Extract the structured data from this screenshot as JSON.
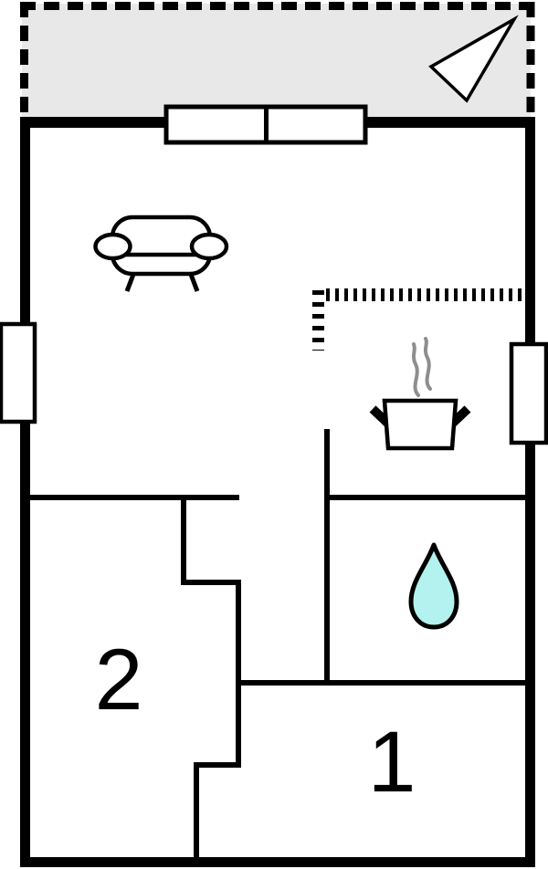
{
  "title": "apartment-floor-plan",
  "colors": {
    "wall": "#000000",
    "background": "#ffffff",
    "terrace_fill": "#e8e8e8",
    "drop_fill": "#b3f2ee",
    "steam": "#8e8e8e"
  },
  "rooms": {
    "bedroom1": {
      "label": "1"
    },
    "bedroom2": {
      "label": "2"
    }
  },
  "icons": [
    "north-arrow-icon",
    "sofa-icon",
    "cooking-pot-icon",
    "steam-icon",
    "water-drop-icon",
    "window-symbol",
    "terrace-dashed-border",
    "kitchen-dotted-divider"
  ]
}
